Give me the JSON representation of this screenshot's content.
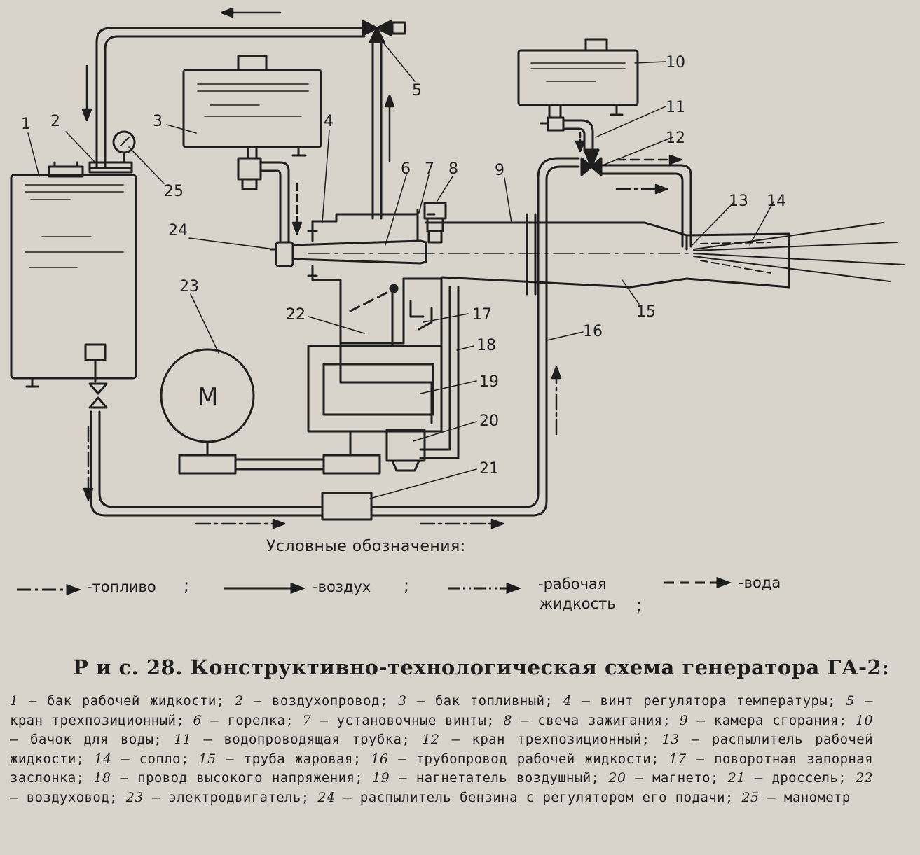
{
  "callouts": [
    "1",
    "2",
    "3",
    "4",
    "5",
    "6",
    "7",
    "8",
    "9",
    "10",
    "11",
    "12",
    "13",
    "14",
    "15",
    "16",
    "17",
    "18",
    "19",
    "20",
    "21",
    "22",
    "23",
    "24",
    "25"
  ],
  "motor_letter": "М",
  "legend": {
    "title": "Условные обозначения:",
    "fuel": "-топливо",
    "air": "-воздух",
    "working_fluid_line1": "-рабочая",
    "working_fluid_line2": "жидкость",
    "water": "-вода",
    "separator": ";"
  },
  "caption": {
    "title": "Р и с. 28. Конструктивно-технологическая схема генератора ГА-2:",
    "items": [
      {
        "num": "1",
        "text": "бак рабочей жидкости"
      },
      {
        "num": "2",
        "text": "воздухопровод"
      },
      {
        "num": "3",
        "text": "бак топливный"
      },
      {
        "num": "4",
        "text": "винт регулятора температуры"
      },
      {
        "num": "5",
        "text": "кран трехпозиционный"
      },
      {
        "num": "6",
        "text": "горелка"
      },
      {
        "num": "7",
        "text": "установочные винты"
      },
      {
        "num": "8",
        "text": "свеча зажигания"
      },
      {
        "num": "9",
        "text": "камера сгорания"
      },
      {
        "num": "10",
        "text": "бачок для воды"
      },
      {
        "num": "11",
        "text": "водопроводящая трубка"
      },
      {
        "num": "12",
        "text": "кран трехпозиционный"
      },
      {
        "num": "13",
        "text": "распылитель рабочей жидкости"
      },
      {
        "num": "14",
        "text": "сопло"
      },
      {
        "num": "15",
        "text": "труба жаровая"
      },
      {
        "num": "16",
        "text": "трубопровод рабочей жидкости"
      },
      {
        "num": "17",
        "text": "поворотная запорная заслонка"
      },
      {
        "num": "18",
        "text": "провод высокого напряжения"
      },
      {
        "num": "19",
        "text": "нагнетатель воздушный"
      },
      {
        "num": "20",
        "text": "магнето"
      },
      {
        "num": "21",
        "text": "дроссель"
      },
      {
        "num": "22",
        "text": "воздуховод"
      },
      {
        "num": "23",
        "text": "электродвигатель"
      },
      {
        "num": "24",
        "text": "распылитель бензина с регулятором его подачи"
      },
      {
        "num": "25",
        "text": "манометр"
      }
    ]
  }
}
